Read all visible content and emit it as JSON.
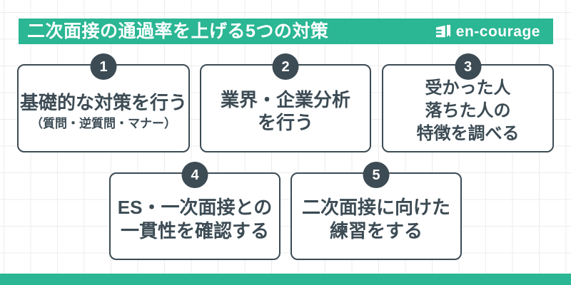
{
  "colors": {
    "accent_teal": "#2bb694",
    "dark_slate": "#3c4b54",
    "grid_line": "#ececec",
    "card_background": "#ffffff",
    "text_on_accent": "#ffffff"
  },
  "header": {
    "title": "二次面接の通過率を上げる5つの対策",
    "logo": {
      "text": "en-courage",
      "icon": "book-flag-icon"
    }
  },
  "cards": [
    {
      "number": "1",
      "lines": [
        "基礎的な対策を行う",
        "（質問・逆質問・マナー）"
      ]
    },
    {
      "number": "2",
      "lines": [
        "業界・企業分析",
        "を行う"
      ]
    },
    {
      "number": "3",
      "lines": [
        "受かった人",
        "落ちた人の",
        "特徴を調べる"
      ]
    },
    {
      "number": "4",
      "lines": [
        "ES・一次面接との",
        "一貫性を確認する"
      ]
    },
    {
      "number": "5",
      "lines": [
        "二次面接に向けた",
        "練習をする"
      ]
    }
  ],
  "footer": {}
}
